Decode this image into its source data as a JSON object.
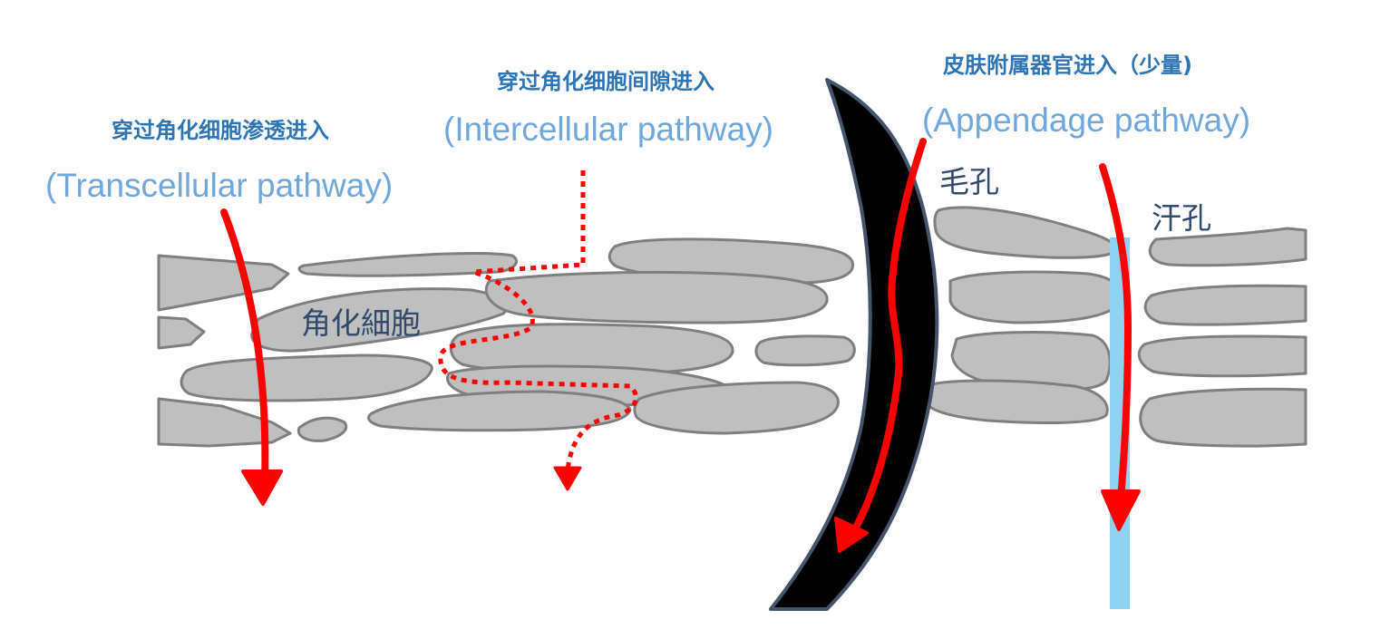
{
  "labels": {
    "transcellular_zh": "穿过角化细胞渗透进入",
    "transcellular_en": "(Transcellular pathway)",
    "intercellular_zh": "穿过角化细胞间隙进入",
    "intercellular_en": "(Intercellular pathway)",
    "appendage_zh": "皮肤附属器官进入（少量)",
    "appendage_en": "(Appendage pathway)",
    "hair_pore": "毛孔",
    "sweat_pore": "汗孔",
    "keratinocyte": "角化細胞"
  },
  "colors": {
    "title_text": "#2e75b6",
    "subtitle_text": "#6fa8dc",
    "cell_fill": "#bfbfbf",
    "cell_stroke": "#7f7f7f",
    "arrow": "#ff0000",
    "hair_shaft": "#000000",
    "hair_edge": "#44546a",
    "sweat_duct": "#8fd3f0"
  },
  "icons": [
    "red-arrow",
    "dotted-red-arrow",
    "hair-shaft",
    "sweat-duct"
  ]
}
